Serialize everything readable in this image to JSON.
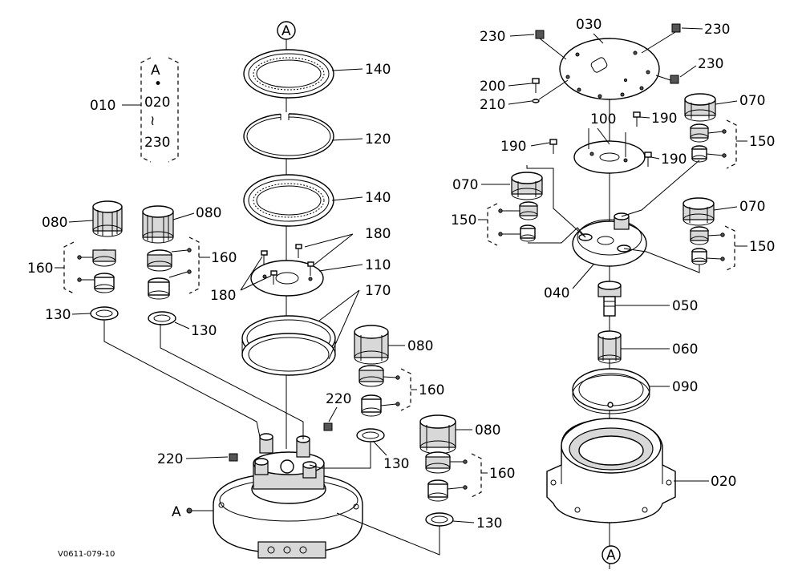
{
  "diagram": {
    "drawing_code": "V0611-079-10",
    "ref_marker": "A",
    "set_bracket": {
      "label": "010",
      "top": "A",
      "dot": "•",
      "from": "020",
      "tilde": "≀",
      "to": "230"
    },
    "parts": {
      "p020": "020",
      "p030": "030",
      "p040": "040",
      "p050": "050",
      "p060": "060",
      "p070": "070",
      "p080": "080",
      "p090": "090",
      "p100": "100",
      "p110": "110",
      "p120": "120",
      "p130": "130",
      "p140": "140",
      "p150": "150",
      "p160": "160",
      "p170": "170",
      "p180": "180",
      "p190": "190",
      "p200": "200",
      "p210": "210",
      "p220": "220",
      "p230": "230"
    }
  }
}
